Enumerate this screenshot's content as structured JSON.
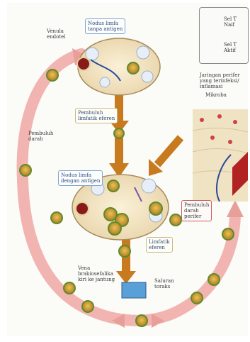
{
  "labels": {
    "venula": "Venula\nendotel",
    "nodus_tanpa": "Nodus limfa\ntanpa antigen",
    "pembuluh_eferen": "Pembuluh\nlimfatik eferen",
    "pembuluh_darah": "Pembuluh\ndarah",
    "nodus_dengan": "Nodus limfa\ndengan antigen",
    "jaringan": "Jaringan perifer\nyang terinfeksi/\ninflamasi",
    "mikroba": "Mikroba",
    "pembuluh_perifer": "Pembuluh\ndarah\nperifer",
    "limfatik_eferen": "Limfatik\neferen",
    "vena": "Vena\nbrakiosefalika\nkiri ke jantung",
    "saluran": "Saluran\ntoraks"
  },
  "legend": {
    "naif": "Sel T\nNaif",
    "aktif": "Sel T\nAktif"
  },
  "colors": {
    "arrow_pink": "#f2b4b0",
    "arrow_brown": "#c77a1e",
    "node_fill": "#f2e6c8",
    "node_edge": "#a88a5a",
    "cell_naif": "#5f8a2c",
    "cell_aktif": "#c9a24a"
  }
}
